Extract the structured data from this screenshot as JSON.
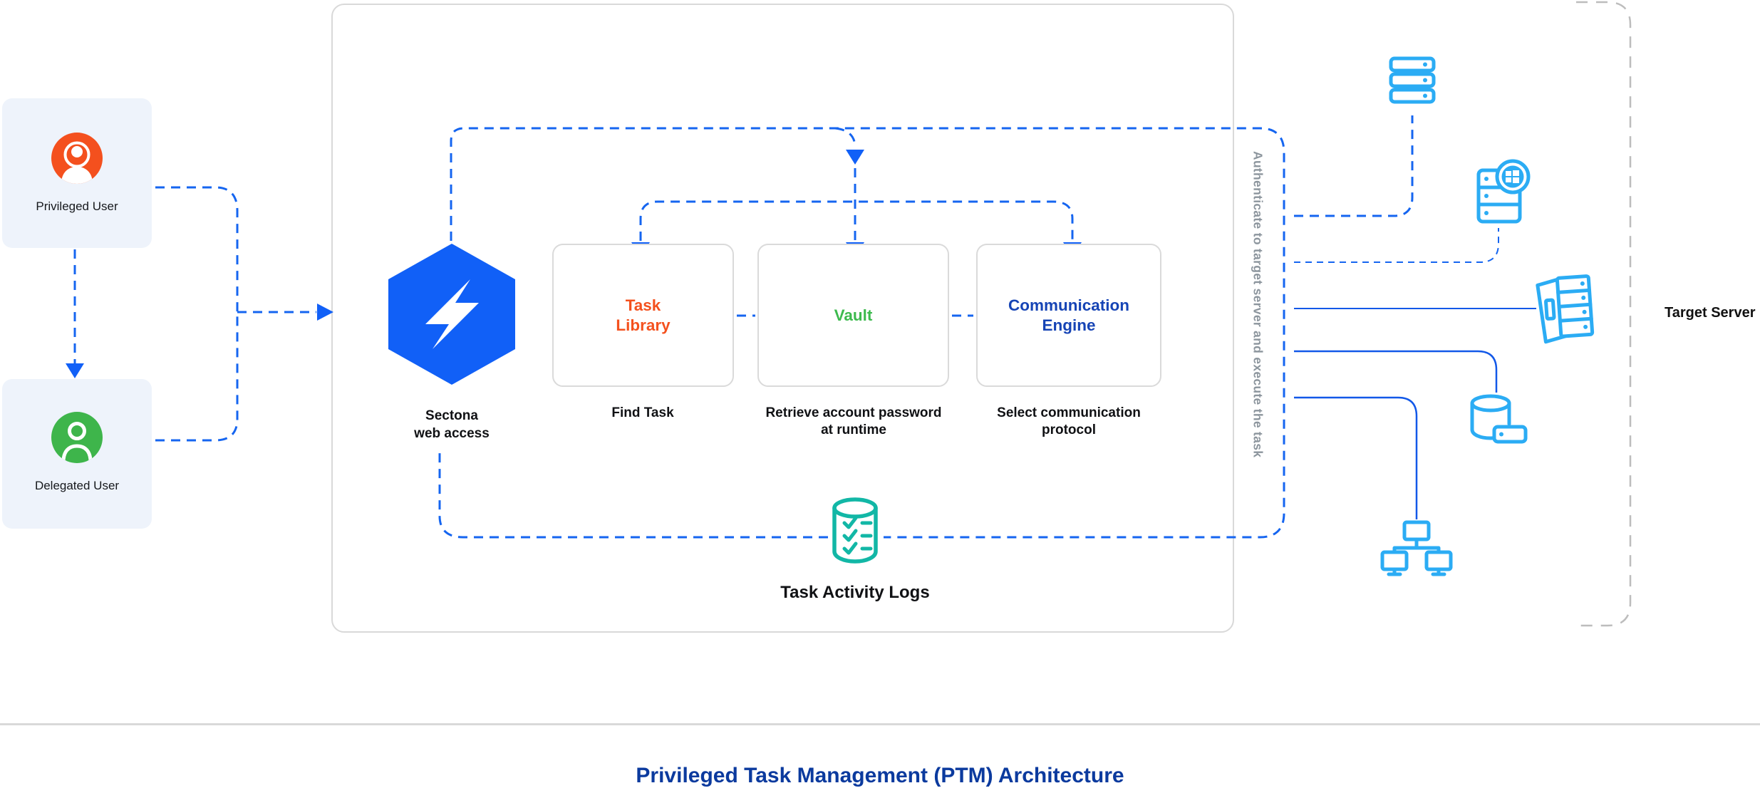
{
  "diagram_title": "Privileged Task Management (PTM) Architecture",
  "users": {
    "privileged": {
      "label": "Privileged User",
      "icon": "privileged-user-icon",
      "icon_color": "#F4501E"
    },
    "delegated": {
      "label": "Delegated User",
      "icon": "delegated-user-icon",
      "icon_color": "#3EB54B"
    }
  },
  "gateway": {
    "line1": "Sectona",
    "line2": "web access",
    "icon": "sectona-bolt-hexagon-icon",
    "icon_color": "#1160F0"
  },
  "modules": [
    {
      "title": "Task Library",
      "caption": "Find Task",
      "title_color": "#F4511E"
    },
    {
      "title": "Vault",
      "caption": "Retrieve account password at runtime",
      "title_color": "#3DBA4E"
    },
    {
      "title": "Communication Engine",
      "caption": "Select communication protocol",
      "title_color": "#1644B5"
    }
  ],
  "flow": {
    "logs_label": "Task Activity Logs",
    "logs_icon": "task-logs-database-icon",
    "logs_icon_color": "#12B7A6",
    "auth_note": "Authenticate to target server and execute the task"
  },
  "target": {
    "label": "Target Server",
    "icons": [
      "server-rack-icon",
      "windows-server-icon",
      "tower-server-icon",
      "database-server-icon",
      "network-workstations-icon"
    ],
    "icon_color": "#2BACF4"
  },
  "colors": {
    "blue": "#1160F7",
    "dash_blue": "#1565F0",
    "cyan": "#2BACF4",
    "teal": "#12B7A6",
    "orange": "#F4501E",
    "green": "#3EB54B",
    "orange_text": "#F4511E",
    "green_text": "#3DBA4E",
    "navy_text": "#1644B5",
    "title_blue": "#0B3A9E",
    "gray_note": "#8C959D",
    "user_box_bg": "#EEF3FB",
    "border_gray": "#D9D9D9",
    "target_dash": "#BDBDBD"
  }
}
